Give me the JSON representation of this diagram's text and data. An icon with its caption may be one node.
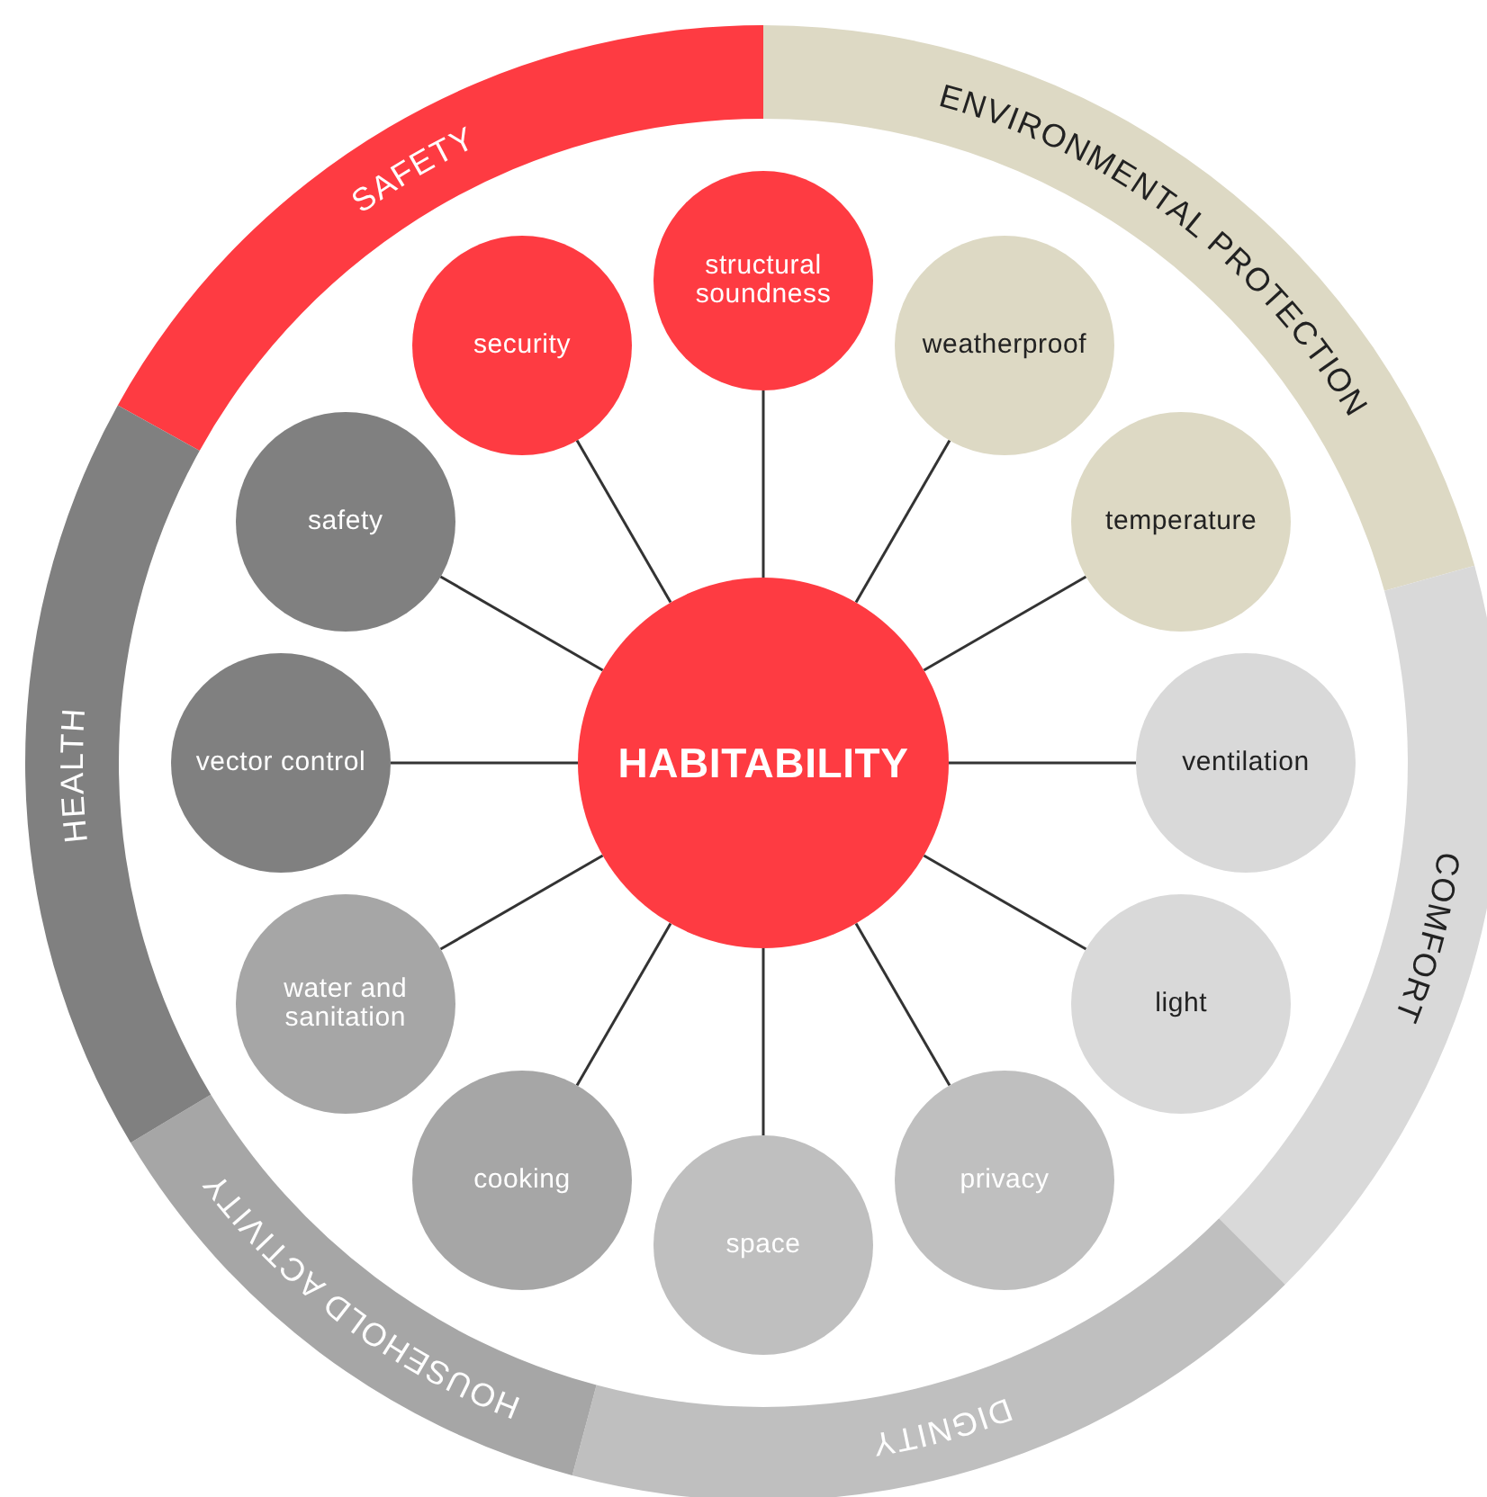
{
  "diagram": {
    "nodes": [
      {
        "text": [
          "SAFETY"
        ]
      },
      {
        "text": [
          "ENVIRONMENTAL PROTECTION"
        ]
      },
      {
        "text": [
          "COMFORT"
        ]
      },
      {
        "text": [
          "DIGNITY"
        ]
      },
      {
        "text": [
          "HOUSEHOLD ACTIVITY"
        ]
      },
      {
        "text": [
          "HEALTH"
        ]
      },
      {
        "text": [
          "HABITABILITY"
        ]
      },
      {
        "text": [
          "structural soundness"
        ]
      },
      {
        "text": [
          "weatherproof"
        ]
      },
      {
        "text": [
          "temperature"
        ]
      },
      {
        "text": [
          "ventilation"
        ]
      },
      {
        "text": [
          "light"
        ]
      },
      {
        "text": [
          "privacy"
        ]
      },
      {
        "text": [
          "space"
        ]
      },
      {
        "text": [
          "cooking"
        ]
      },
      {
        "text": [
          "water and sanitation"
        ]
      },
      {
        "text": [
          "vector control"
        ]
      },
      {
        "text": [
          "safety"
        ]
      },
      {
        "text": [
          "security"
        ]
      }
    ],
    "edges": [
      {
        "from": 6,
        "to": 7,
        "arrow": "none"
      },
      {
        "from": 6,
        "to": 8,
        "arrow": "none"
      },
      {
        "from": 6,
        "to": 9,
        "arrow": "none"
      },
      {
        "from": 6,
        "to": 10,
        "arrow": "none"
      },
      {
        "from": 6,
        "to": 11,
        "arrow": "none"
      },
      {
        "from": 6,
        "to": 12,
        "arrow": "none"
      },
      {
        "from": 6,
        "to": 13,
        "arrow": "none"
      },
      {
        "from": 6,
        "to": 14,
        "arrow": "none"
      },
      {
        "from": 6,
        "to": 15,
        "arrow": "none"
      },
      {
        "from": 6,
        "to": 16,
        "arrow": "none"
      },
      {
        "from": 6,
        "to": 17,
        "arrow": "none"
      },
      {
        "from": 6,
        "to": 18,
        "arrow": "none"
      }
    ]
  }
}
